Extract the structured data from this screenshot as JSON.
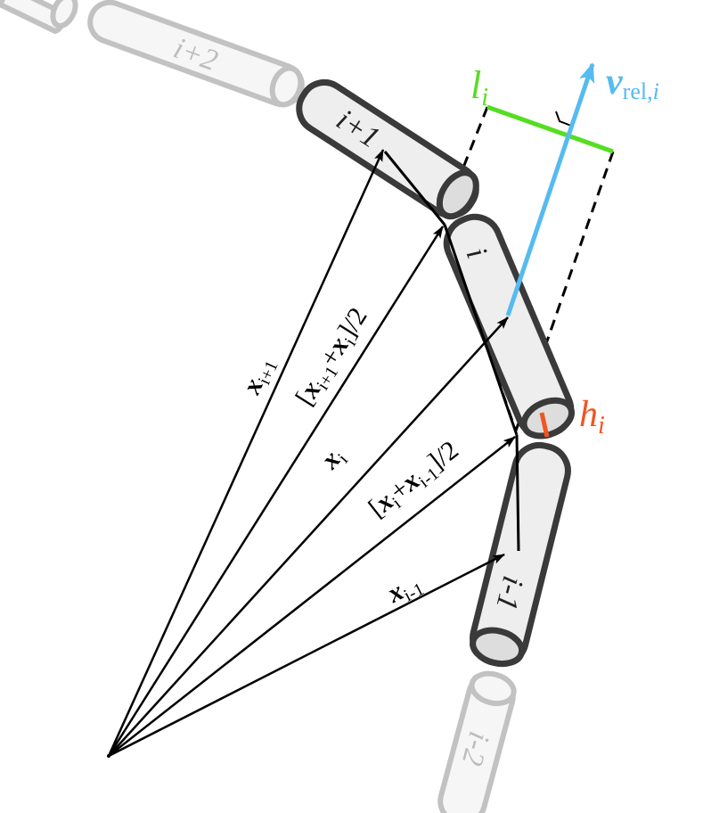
{
  "colors": {
    "segment_fill": "#eeeeee",
    "segment_stroke": "#3a3a3a",
    "faded_fill": "#f6f6f6",
    "faded_stroke": "#c2c2c2",
    "faded_text": "#bdbdbd",
    "arrow": "#000000",
    "green": "#55dd22",
    "blue": "#55bbf0",
    "orange": "#f05522"
  },
  "segments": {
    "i_plus_2": "i+2",
    "i_plus_1": "i+1",
    "i": "i",
    "i_minus_1": "i-1",
    "i_minus_2": "i-2"
  },
  "labels": {
    "l_base": "l",
    "l_sub": "i",
    "v_base": "v",
    "v_sub": "rel,",
    "v_sub_i": "i",
    "h_base": "h",
    "h_sub": "i",
    "x_i_plus_1": {
      "base": "x",
      "sub": "i+1"
    },
    "mid_upper": {
      "open": "[",
      "x1": "x",
      "s1": "i+1",
      "plus": "+",
      "x2": "x",
      "s2": "i",
      "close": "]/2"
    },
    "x_i": {
      "base": "x",
      "sub": "i"
    },
    "mid_lower": {
      "open": "[",
      "x1": "x",
      "s1": "i",
      "plus": "+",
      "x2": "x",
      "s2": "i-1",
      "close": "]/2"
    },
    "x_i_minus_1": {
      "base": "x",
      "sub": "i-1"
    }
  }
}
